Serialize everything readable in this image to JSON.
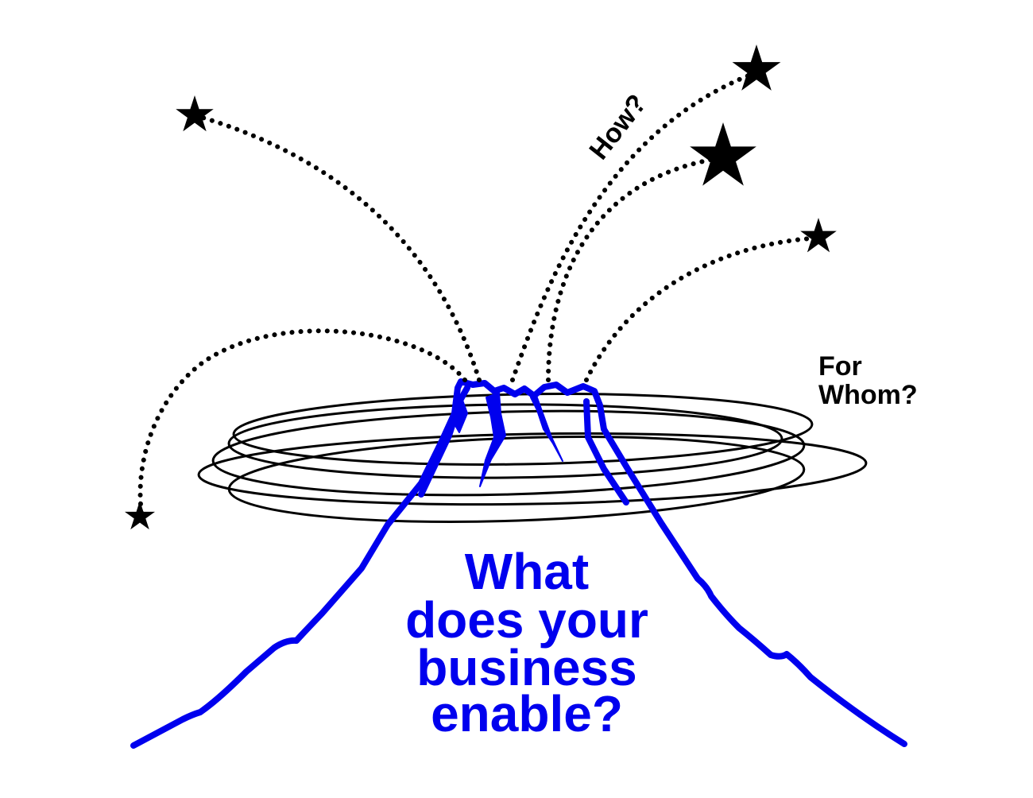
{
  "labels": {
    "how": "How?",
    "for_whom_line1": "For",
    "for_whom_line2": "Whom?",
    "question_line1": "What",
    "question_line2": "does your",
    "question_line3": "business",
    "question_line4": "enable?"
  },
  "colors": {
    "mountain": "#0000ee",
    "question_text": "#0000ee",
    "stars": "#000000",
    "rings": "#000000",
    "trails": "#000000",
    "background": "#ffffff"
  }
}
